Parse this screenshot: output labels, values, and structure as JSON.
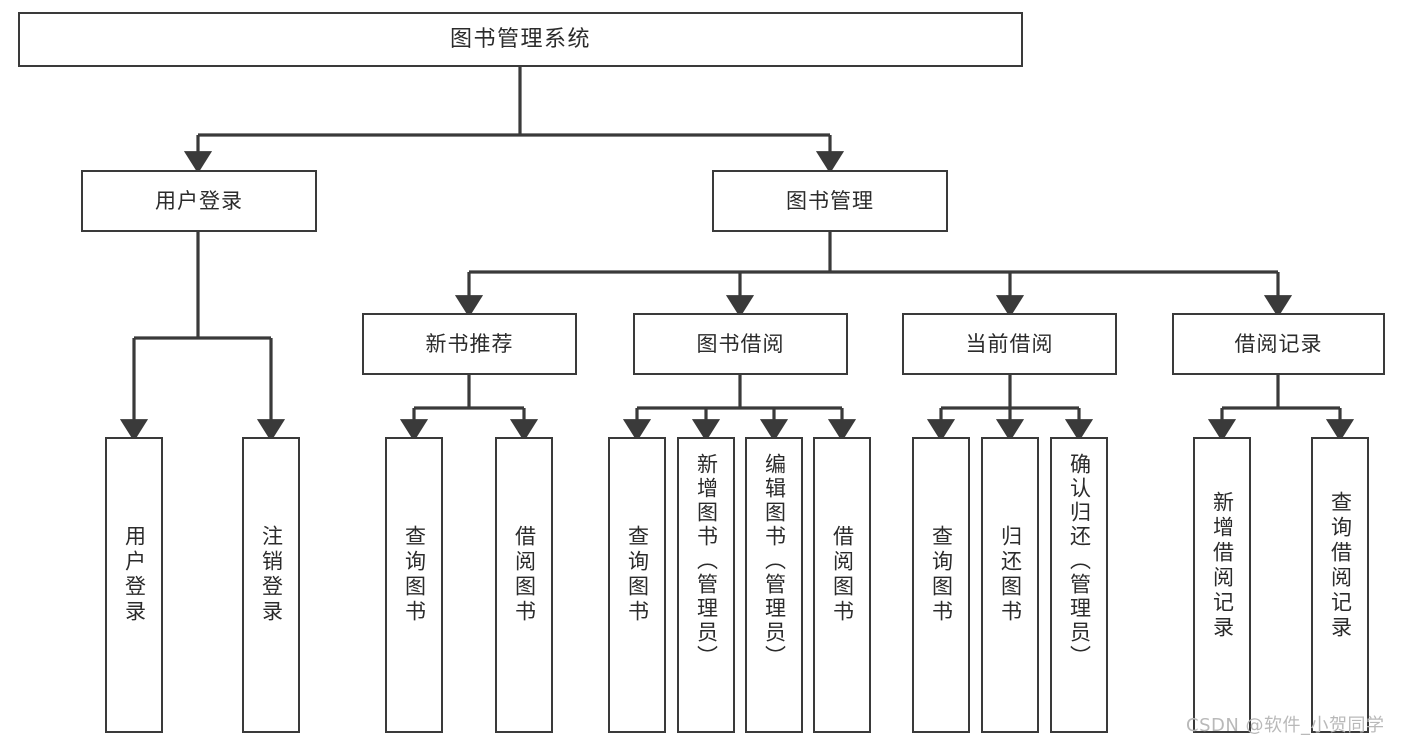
{
  "diagram": {
    "type": "hierarchy-tree",
    "title": "图书管理系统",
    "watermark": "CSDN @软件_小贺同学",
    "colors": {
      "box_border": "#3a3a3a",
      "box_fill": "#ffffff",
      "edge": "#3a3a3a",
      "text": "#2b2b2b",
      "watermark": "#b9b9b9",
      "background": "#ffffff"
    },
    "nodes": {
      "root": {
        "label": "图书管理系统"
      },
      "level2": [
        {
          "id": "user-login",
          "label": "用户登录"
        },
        {
          "id": "book-manage",
          "label": "图书管理"
        }
      ],
      "level3": [
        {
          "id": "new-book-recommend",
          "label": "新书推荐"
        },
        {
          "id": "book-borrow",
          "label": "图书借阅"
        },
        {
          "id": "current-borrow",
          "label": "当前借阅"
        },
        {
          "id": "borrow-record",
          "label": "借阅记录"
        }
      ],
      "leaves": {
        "user-login": [
          {
            "id": "leaf-user-login",
            "label": "用户登录"
          },
          {
            "id": "leaf-logout-login",
            "label": "注销登录"
          }
        ],
        "new-book-recommend": [
          {
            "id": "leaf-query-book-1",
            "label": "查询图书"
          },
          {
            "id": "leaf-borrow-book-1",
            "label": "借阅图书"
          }
        ],
        "book-borrow": [
          {
            "id": "leaf-query-book-2",
            "label": "查询图书"
          },
          {
            "id": "leaf-add-book",
            "label": "新增图书（管理员）"
          },
          {
            "id": "leaf-edit-book",
            "label": "编辑图书（管理员）"
          },
          {
            "id": "leaf-borrow-book-2",
            "label": "借阅图书"
          }
        ],
        "current-borrow": [
          {
            "id": "leaf-query-book-3",
            "label": "查询图书"
          },
          {
            "id": "leaf-return-book",
            "label": "归还图书"
          },
          {
            "id": "leaf-confirm-return",
            "label": "确认归还（管理员）"
          }
        ],
        "borrow-record": [
          {
            "id": "leaf-add-record",
            "label": "新增借阅记录"
          },
          {
            "id": "leaf-query-record",
            "label": "查询借阅记录"
          }
        ]
      }
    }
  }
}
